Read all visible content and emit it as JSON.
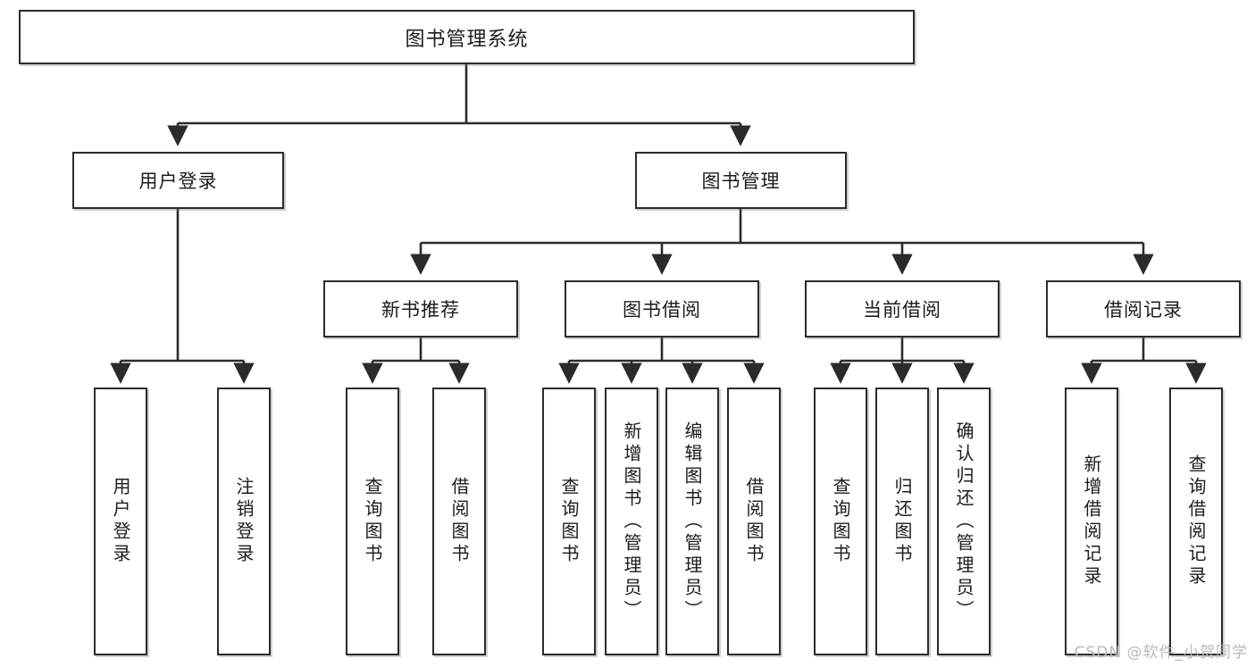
{
  "diagram": {
    "title": "图书管理系统",
    "type": "tree",
    "watermark": "CSDN @软件_小贺同学",
    "colors": {
      "box_border": "#2b2b2b",
      "box_fill": "#ffffff",
      "edge": "#2b2b2b",
      "text": "#1c1c1c",
      "watermark": "#b9b9b9"
    },
    "levels": {
      "root": {
        "label": "图书管理系统"
      },
      "level2": [
        {
          "id": "user-login",
          "label": "用户登录"
        },
        {
          "id": "book-management",
          "label": "图书管理"
        }
      ],
      "level3": [
        {
          "id": "new-book-recommend",
          "label": "新书推荐",
          "parent": "book-management"
        },
        {
          "id": "book-borrow",
          "label": "图书借阅",
          "parent": "book-management"
        },
        {
          "id": "current-borrow",
          "label": "当前借阅",
          "parent": "book-management"
        },
        {
          "id": "borrow-record",
          "label": "借阅记录",
          "parent": "book-management"
        }
      ],
      "leaves": [
        {
          "id": "leaf-user-login",
          "label": "用户登录",
          "parent": "user-login"
        },
        {
          "id": "leaf-logout",
          "label": "注销登录",
          "parent": "user-login"
        },
        {
          "id": "leaf-query-book-1",
          "label": "查询图书",
          "parent": "new-book-recommend"
        },
        {
          "id": "leaf-borrow-book-1",
          "label": "借阅图书",
          "parent": "new-book-recommend"
        },
        {
          "id": "leaf-query-book-2",
          "label": "查询图书",
          "parent": "book-borrow"
        },
        {
          "id": "leaf-add-book",
          "label": "新增图书（管理员）",
          "parent": "book-borrow"
        },
        {
          "id": "leaf-edit-book",
          "label": "编辑图书（管理员）",
          "parent": "book-borrow"
        },
        {
          "id": "leaf-borrow-book-2",
          "label": "借阅图书",
          "parent": "book-borrow"
        },
        {
          "id": "leaf-query-book-3",
          "label": "查询图书",
          "parent": "current-borrow"
        },
        {
          "id": "leaf-return-book",
          "label": "归还图书",
          "parent": "current-borrow"
        },
        {
          "id": "leaf-confirm-return",
          "label": "确认归还（管理员）",
          "parent": "current-borrow"
        },
        {
          "id": "leaf-add-record",
          "label": "新增借阅记录",
          "parent": "borrow-record"
        },
        {
          "id": "leaf-query-record",
          "label": "查询借阅记录",
          "parent": "borrow-record"
        }
      ]
    }
  }
}
